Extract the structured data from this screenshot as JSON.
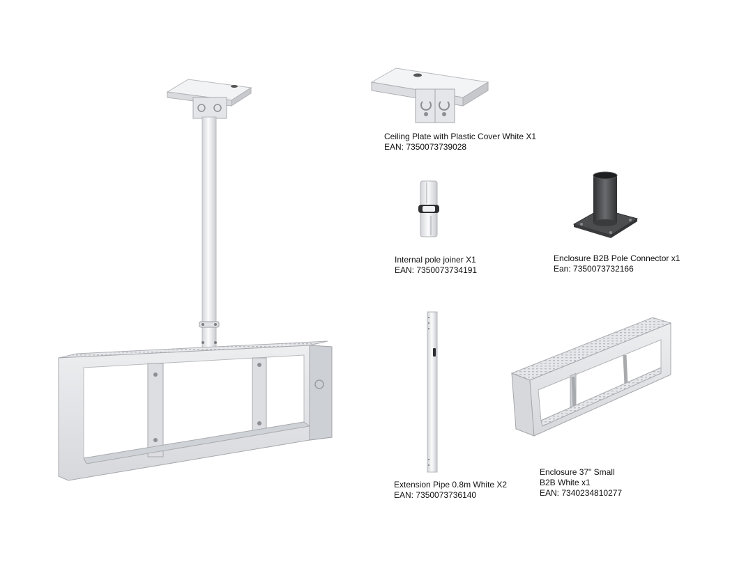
{
  "products": {
    "ceiling_plate": {
      "name": "Ceiling Plate with Plastic Cover White X1",
      "ean": "EAN: 7350073739028"
    },
    "pole_joiner": {
      "name": "Internal pole joiner X1",
      "ean": "EAN: 7350073734191"
    },
    "pole_connector": {
      "name": "Enclosure B2B Pole Connector x1",
      "ean": "Ean: 7350073732166"
    },
    "extension_pipe": {
      "name": "Extension Pipe 0.8m White X2",
      "ean": "EAN:  7350073736140"
    },
    "enclosure": {
      "name_line1": "Enclosure 37\"  Small",
      "name_line2": "B2B White x1",
      "ean": "EAN:  7340234810277"
    }
  },
  "colors": {
    "metal_light": "#e9eaec",
    "metal_mid": "#d4d6da",
    "metal_dark": "#b5b8bd",
    "connector_dark": "#4a4b4d",
    "caption_text": "#111111"
  }
}
